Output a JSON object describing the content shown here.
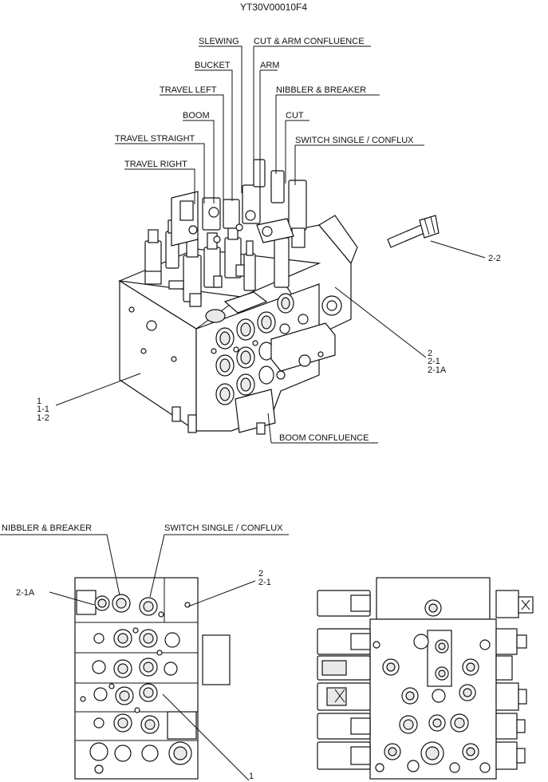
{
  "drawing_id": "YT30V00010F4",
  "top_view": {
    "callouts": {
      "slewing": "SLEWING",
      "cut_arm_confluence": "CUT & ARM CONFLUENCE",
      "bucket": "BUCKET",
      "arm": "ARM",
      "travel_left": "TRAVEL LEFT",
      "nibbler_breaker": "NIBBLER & BREAKER",
      "boom": "BOOM",
      "cut": "CUT",
      "travel_straight": "TRAVEL STRAIGHT",
      "switch_single_conflux": "SWITCH SINGLE / CONFLUX",
      "travel_right": "TRAVEL RIGHT",
      "boom_confluence": "BOOM CONFLUENCE"
    },
    "refs": {
      "bolt": "2-2",
      "valve_lines": [
        "2",
        "2-1",
        "2-1A"
      ],
      "body_lines": [
        "1",
        "1-1",
        "1-2"
      ]
    }
  },
  "front_view": {
    "callouts": {
      "nibbler_breaker": "NIBBLER & BREAKER",
      "switch_single_conflux": "SWITCH SINGLE / CONFLUX"
    },
    "refs": {
      "left_ref": "2-1A",
      "right_lines": [
        "2",
        "2-1"
      ],
      "bottom_ref": "1"
    }
  },
  "side_view": {
    "label": ""
  }
}
